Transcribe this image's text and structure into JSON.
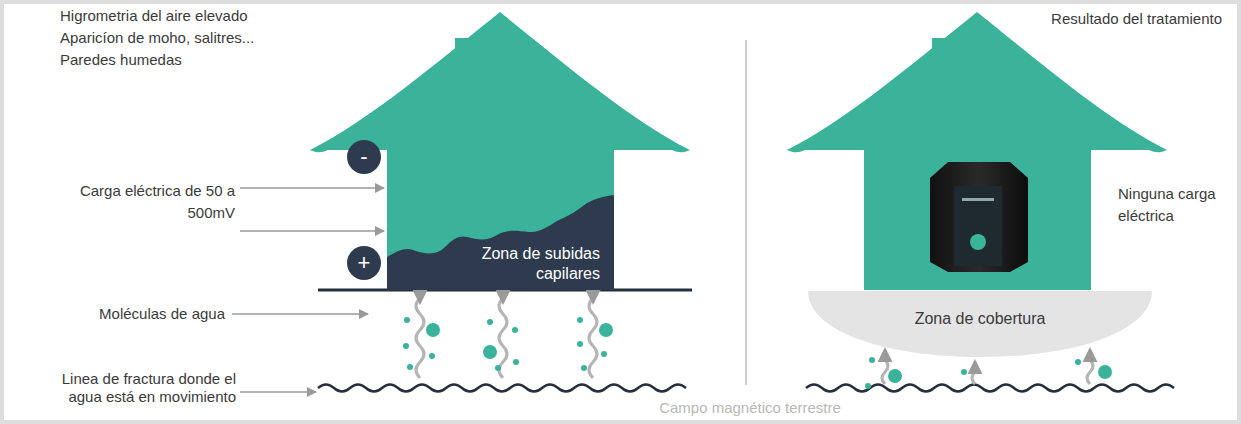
{
  "diagram": {
    "nodes": [
      {
        "text": [
          "-"
        ]
      },
      {
        "text": [
          "+"
        ]
      },
      {
        "text": [
          "Zona de subidas capilares"
        ]
      },
      {
        "text": [
          "Zona de cobertura"
        ]
      }
    ],
    "labels": [
      "Higrometria del aire elevado",
      "Aparicíon de moho, salitres...",
      "Paredes humedas",
      "Carga eléctrica de 50 a 500mV",
      "Moléculas de agua",
      "Linea de fractura donde el agua está en movimiento",
      "Campo magnético terrestre",
      "Resultado del tratamiento",
      "Ninguna carga eléctrica"
    ]
  }
}
